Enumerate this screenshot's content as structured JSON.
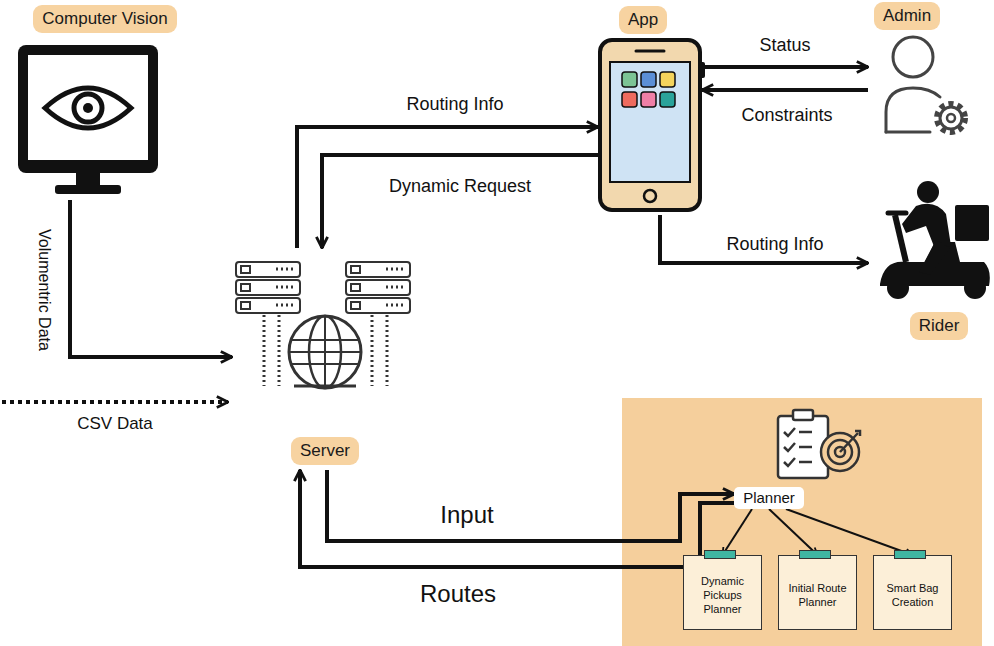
{
  "diagram": {
    "nodes": [
      {
        "text": [
          "Computer Vision"
        ]
      },
      {
        "text": [
          "App"
        ]
      },
      {
        "text": [
          "Admin"
        ]
      },
      {
        "text": [
          "Rider"
        ]
      },
      {
        "text": [
          "Server"
        ]
      },
      {
        "text": [
          "Planner"
        ]
      },
      {
        "text": [
          "Dynamic Pickups Planner"
        ]
      },
      {
        "text": [
          "Initial Route Planner"
        ]
      },
      {
        "text": [
          "Smart Bag Creation"
        ]
      }
    ],
    "edges": [
      {
        "from": 4,
        "to": 1,
        "label": "Routing Info",
        "arrow": "to"
      },
      {
        "from": 1,
        "to": 4,
        "label": "Dynamic Request",
        "arrow": "to"
      },
      {
        "from": 1,
        "to": 2,
        "label": "Status",
        "arrow": "to"
      },
      {
        "from": 2,
        "to": 1,
        "label": "Constraints",
        "arrow": "to"
      },
      {
        "from": 1,
        "to": 3,
        "label": "Routing Info",
        "arrow": "to"
      },
      {
        "from": 0,
        "to": 4,
        "label": "Volumentric Data",
        "arrow": "to"
      },
      {
        "from": 4,
        "to": 5,
        "label": "Input",
        "arrow": "to"
      },
      {
        "from": 5,
        "to": 4,
        "label": "Routes",
        "arrow": "to"
      },
      {
        "from": 5,
        "to": 6,
        "arrow": "to"
      },
      {
        "from": 5,
        "to": 7,
        "arrow": "to"
      },
      {
        "from": 5,
        "to": 8,
        "arrow": "to"
      }
    ],
    "labels": [
      "CSV Data"
    ]
  }
}
